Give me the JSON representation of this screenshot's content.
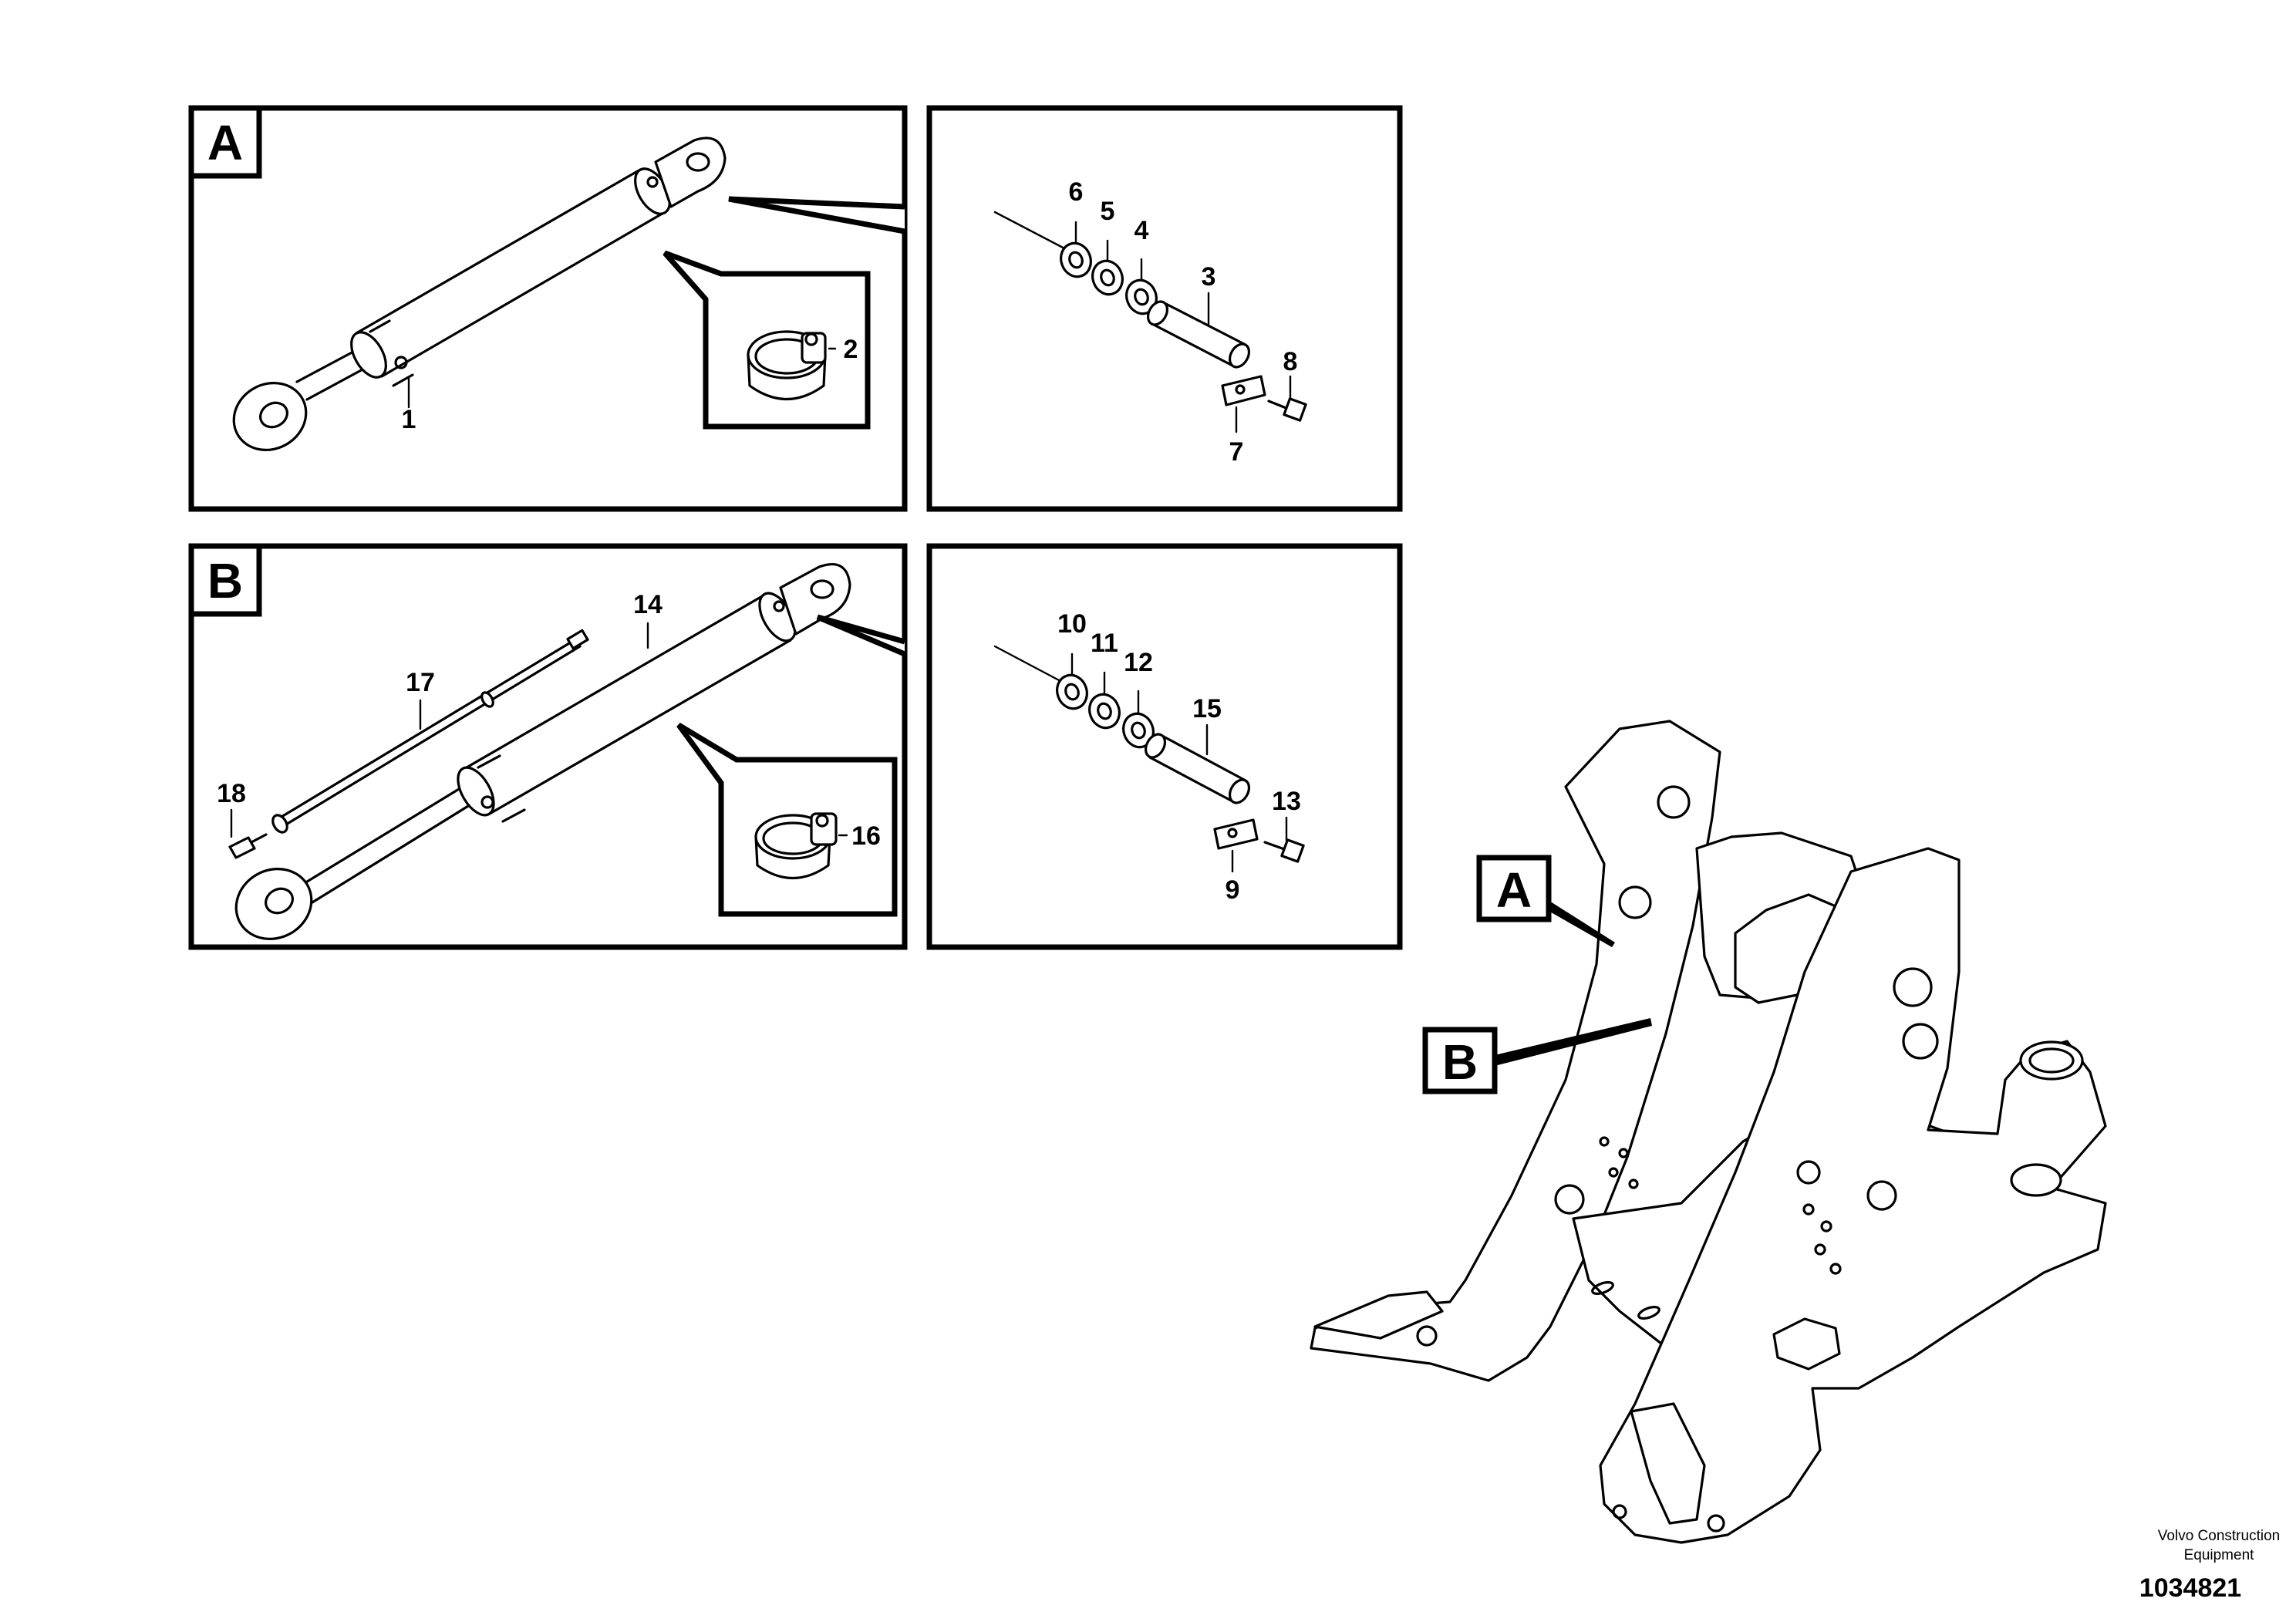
{
  "sections": {
    "a": {
      "label": "A"
    },
    "b": {
      "label": "B"
    }
  },
  "callouts": {
    "c1": "1",
    "c2": "2",
    "c3": "3",
    "c4": "4",
    "c5": "5",
    "c6": "6",
    "c7": "7",
    "c8": "8",
    "c9": "9",
    "c10": "10",
    "c11": "11",
    "c12": "12",
    "c13": "13",
    "c14": "14",
    "c15": "15",
    "c16": "16",
    "c17": "17",
    "c18": "18"
  },
  "frame_labels": {
    "a": "A",
    "b": "B"
  },
  "footer": {
    "brand_line1": "Volvo Construction",
    "brand_line2": "Equipment",
    "part_number": "1034821"
  }
}
